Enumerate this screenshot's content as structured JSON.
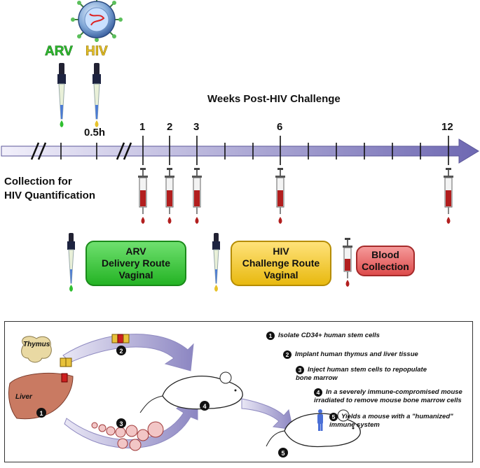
{
  "labels": {
    "arv": "ARV",
    "hiv": "HIV",
    "axis_title": "Weeks Post-HIV Challenge",
    "collection": [
      "Collection for",
      "HIV Quantification"
    ],
    "ticks": {
      "t05": "0.5h",
      "t1": "1",
      "t2": "2",
      "t3": "3",
      "t6": "6",
      "t12": "12"
    }
  },
  "legend": {
    "arv_route": [
      "ARV",
      "Delivery Route",
      "Vaginal"
    ],
    "hiv_route": [
      "HIV",
      "Challenge Route",
      "Vaginal"
    ],
    "blood": [
      "Blood",
      "Collection"
    ]
  },
  "panel": {
    "thymus": "Thymus",
    "liver": "Liver",
    "steps": [
      {
        "n": "1",
        "text": "Isolate CD34+ human stem cells"
      },
      {
        "n": "2",
        "text": "Implant human thymus and liver tissue"
      },
      {
        "n": "3",
        "text": "Inject human stem cells to repopulate bone marrow"
      },
      {
        "n": "4",
        "text": "In a severely immune-compromised mouse irradiated to remove mouse bone marrow cells"
      },
      {
        "n": "5",
        "text": "Yields a mouse with a \"humanized\" immune system"
      }
    ],
    "markers": [
      "1",
      "2",
      "3",
      "4",
      "5"
    ]
  },
  "colors": {
    "arv": "#2fbf2f",
    "hiv": "#e7c22a",
    "blood": "#dd4b4b",
    "arrow": "#9b98c9"
  },
  "icons": [
    "virus-icon",
    "pipette-icon",
    "syringe-icon",
    "mouse-icon",
    "human-figure-icon"
  ]
}
